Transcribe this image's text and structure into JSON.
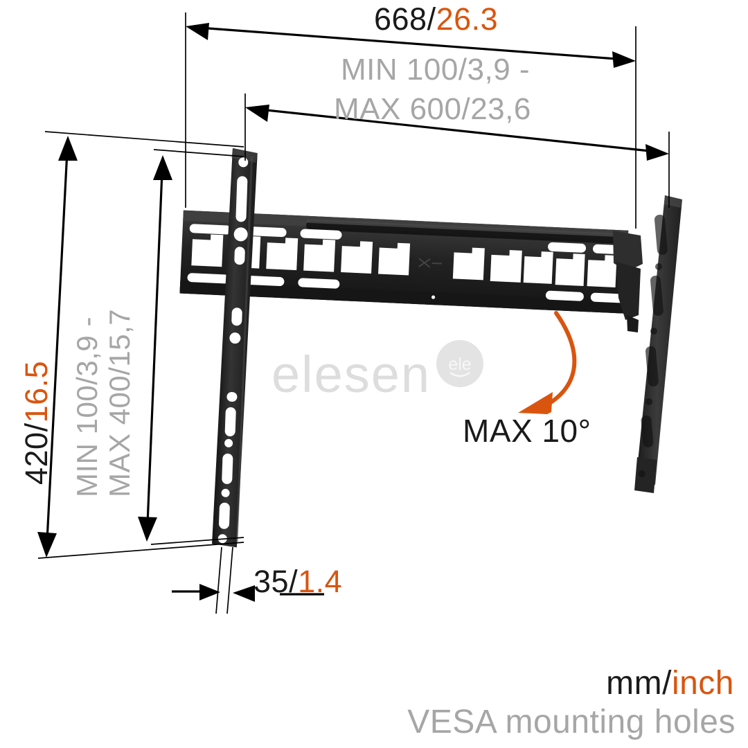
{
  "title": "TV wall mount technical dimension drawing",
  "dimensions": {
    "width_overall": {
      "mm": "668",
      "sep": "/",
      "inch": "26.3",
      "name": "overall-width"
    },
    "vesa_horizontal": {
      "text": "MIN 100/3,9 -",
      "text2": "MAX 600/23,6",
      "name": "vesa-horizontal-range"
    },
    "height_overall": {
      "mm": "420",
      "sep": "/",
      "inch": "16.5",
      "name": "overall-height"
    },
    "vesa_vertical": {
      "text": "MIN 100/3,9 -",
      "text2": "MAX 400/15,7",
      "name": "vesa-vertical-range"
    },
    "depth": {
      "mm": "35",
      "sep": "/",
      "inch": "1.4",
      "name": "wall-depth"
    }
  },
  "tilt": {
    "label": "MAX 10°"
  },
  "legend": {
    "units_mm": "mm",
    "units_sep": "/",
    "units_inch": "inch",
    "vesa_note": "VESA mounting holes"
  },
  "watermark": {
    "wordmark": "elesen",
    "badge": "ele"
  },
  "colors": {
    "orange": "#d9550f",
    "black": "#1a1a1a",
    "gray": "#a6a6a6",
    "watermark_gray": "#dddddd",
    "metal": "#2b2b2b",
    "background": "#ffffff"
  }
}
